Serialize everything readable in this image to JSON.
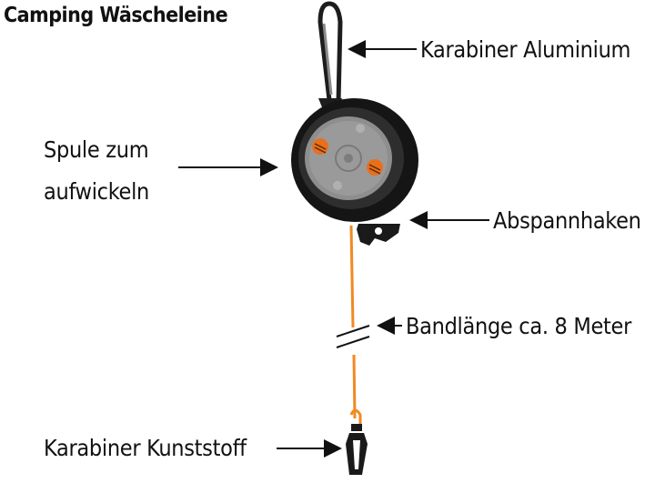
{
  "title": "Camping Wäscheleine",
  "labels": {
    "karabiner_alu": "Karabiner Aluminium",
    "spule_line1": "Spule zum",
    "spule_line2": "aufwickeln",
    "abspannhaken": "Abspannhaken",
    "bandlaenge": "Bandlänge ca. 8 Meter",
    "karabiner_kunst": "Karabiner Kunststoff"
  },
  "colors": {
    "cord": "#f08a22",
    "housing": "#1a1a1a",
    "spool": "#8c8c8c",
    "text": "#111111"
  },
  "icons": [
    "carabiner-icon",
    "reel-icon",
    "hook-icon",
    "clip-icon"
  ]
}
